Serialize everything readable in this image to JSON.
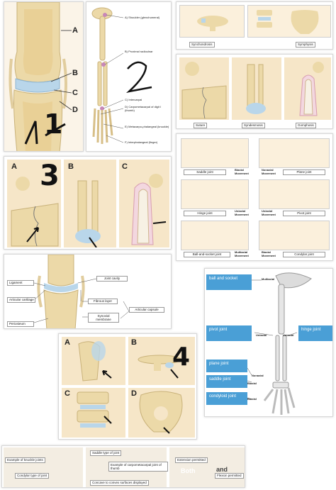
{
  "panel1": {
    "labels": [
      "A",
      "B",
      "C",
      "D"
    ],
    "handwritten_number": "1"
  },
  "panel2": {
    "labels": [
      "A) Shoulder (glenohumeral)",
      "B) Proximal radioulnar",
      "C) Intercarpal",
      "D) Carpometacarpal of digit I (thumb)",
      "E) Metacarpo-phalangeal (knuckle)",
      "F) Interphalangeal (finger)"
    ],
    "handwritten_number": "2"
  },
  "panel3": {
    "captions": [
      "Synchondrosis",
      "Symphysis"
    ]
  },
  "panel4": {
    "captions": [
      "Suture",
      "Syndesmosis",
      "Gomphosis"
    ]
  },
  "panel5": {
    "labels": [
      "A",
      "B",
      "C"
    ],
    "handwritten_number": "3"
  },
  "panel6": {
    "rows": [
      {
        "left": "Saddle joint",
        "mid": "Biaxial Movement",
        "midL": "Nonaxial Movement",
        "right": "Plane joint"
      },
      {
        "left": "Hinge joint",
        "mid": "Uniaxial Movement",
        "midL": "Uniaxial Movement",
        "right": "Pivot joint"
      },
      {
        "left": "Ball-and-socket joint",
        "mid": "Multiaxial Movement",
        "midL": "Biaxial Movement",
        "right": "Condylar joint"
      }
    ]
  },
  "panel7": {
    "labels": {
      "ligament": "Ligament",
      "articular_cartilage": "Articular cartilage",
      "periosteum": "Periosteum",
      "joint_cavity": "Joint cavity",
      "fibrous_layer": "Fibrous layer",
      "synovial_membrane": "Synovial membrane",
      "articular_capsule": "Articular capsule"
    }
  },
  "panel8": {
    "blue_labels": {
      "ball_socket": "ball and socket",
      "pivot": "pivot joint",
      "hinge": "hinge joint",
      "plane": "plane joint",
      "saddle": "saddle joint",
      "condyloid": "condyloid joint"
    },
    "axis_labels": {
      "multiaxial": "Multiaxial",
      "uniaxial_left": "Uniaxial",
      "uniaxial_right": "Uniaxial",
      "nonaxial": "Nonaxial",
      "biaxial_1": "Biaxial",
      "biaxial_2": "Biaxial"
    }
  },
  "panel9": {
    "labels": [
      "A",
      "B",
      "C",
      "D"
    ],
    "handwritten_number": "4"
  },
  "panel10": {
    "boxes": {
      "knuckle": "Example of knuckle joints",
      "condylar": "Condylar type of joint",
      "saddle": "Saddle type of joint",
      "carpometacarpal": "Example of carpometacarpal joint of thumb",
      "concave": "Concave to convex surfaces displayed",
      "extension": "Extension permitted",
      "flexion": "Flexion permitted",
      "both": "Both",
      "and": "and"
    }
  },
  "colors": {
    "bone": "#ecd9a8",
    "cartilage": "#b9d6ea",
    "accent_blue": "#4a9fd6",
    "tan_bg": "#f6e6c8"
  }
}
